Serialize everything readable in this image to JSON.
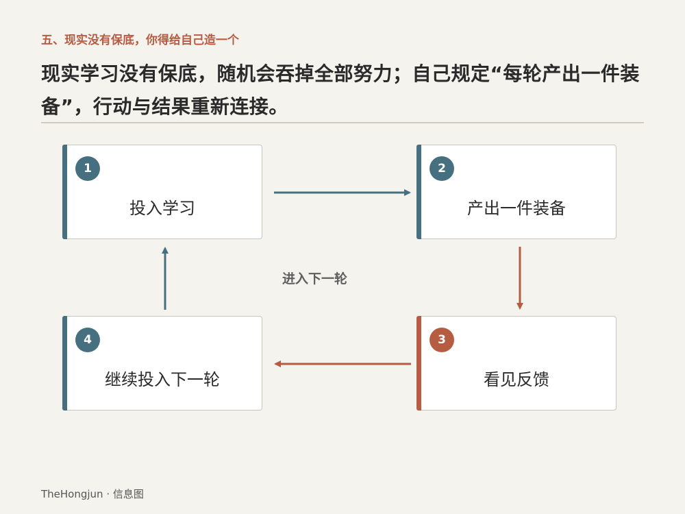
{
  "header": {
    "section_label": "五、现实没有保底，你得给自己造一个",
    "headline": "现实学习没有保底，随机会吞掉全部努力；自己规定“每轮产出一件装备”，行动与结果重新连接。"
  },
  "diagram": {
    "steps": [
      {
        "number": "1",
        "label": "投入学习",
        "color": "#46707f"
      },
      {
        "number": "2",
        "label": "产出一件装备",
        "color": "#46707f"
      },
      {
        "number": "3",
        "label": "看见反馈",
        "color": "#b65c43"
      },
      {
        "number": "4",
        "label": "继续投入下一轮",
        "color": "#46707f"
      }
    ],
    "center_label": "进入下一轮"
  },
  "footer": {
    "credit": "TheHongjun · 信息图"
  },
  "colors": {
    "teal": "#46707f",
    "rust": "#b65c43",
    "background": "#f5f3ee"
  }
}
